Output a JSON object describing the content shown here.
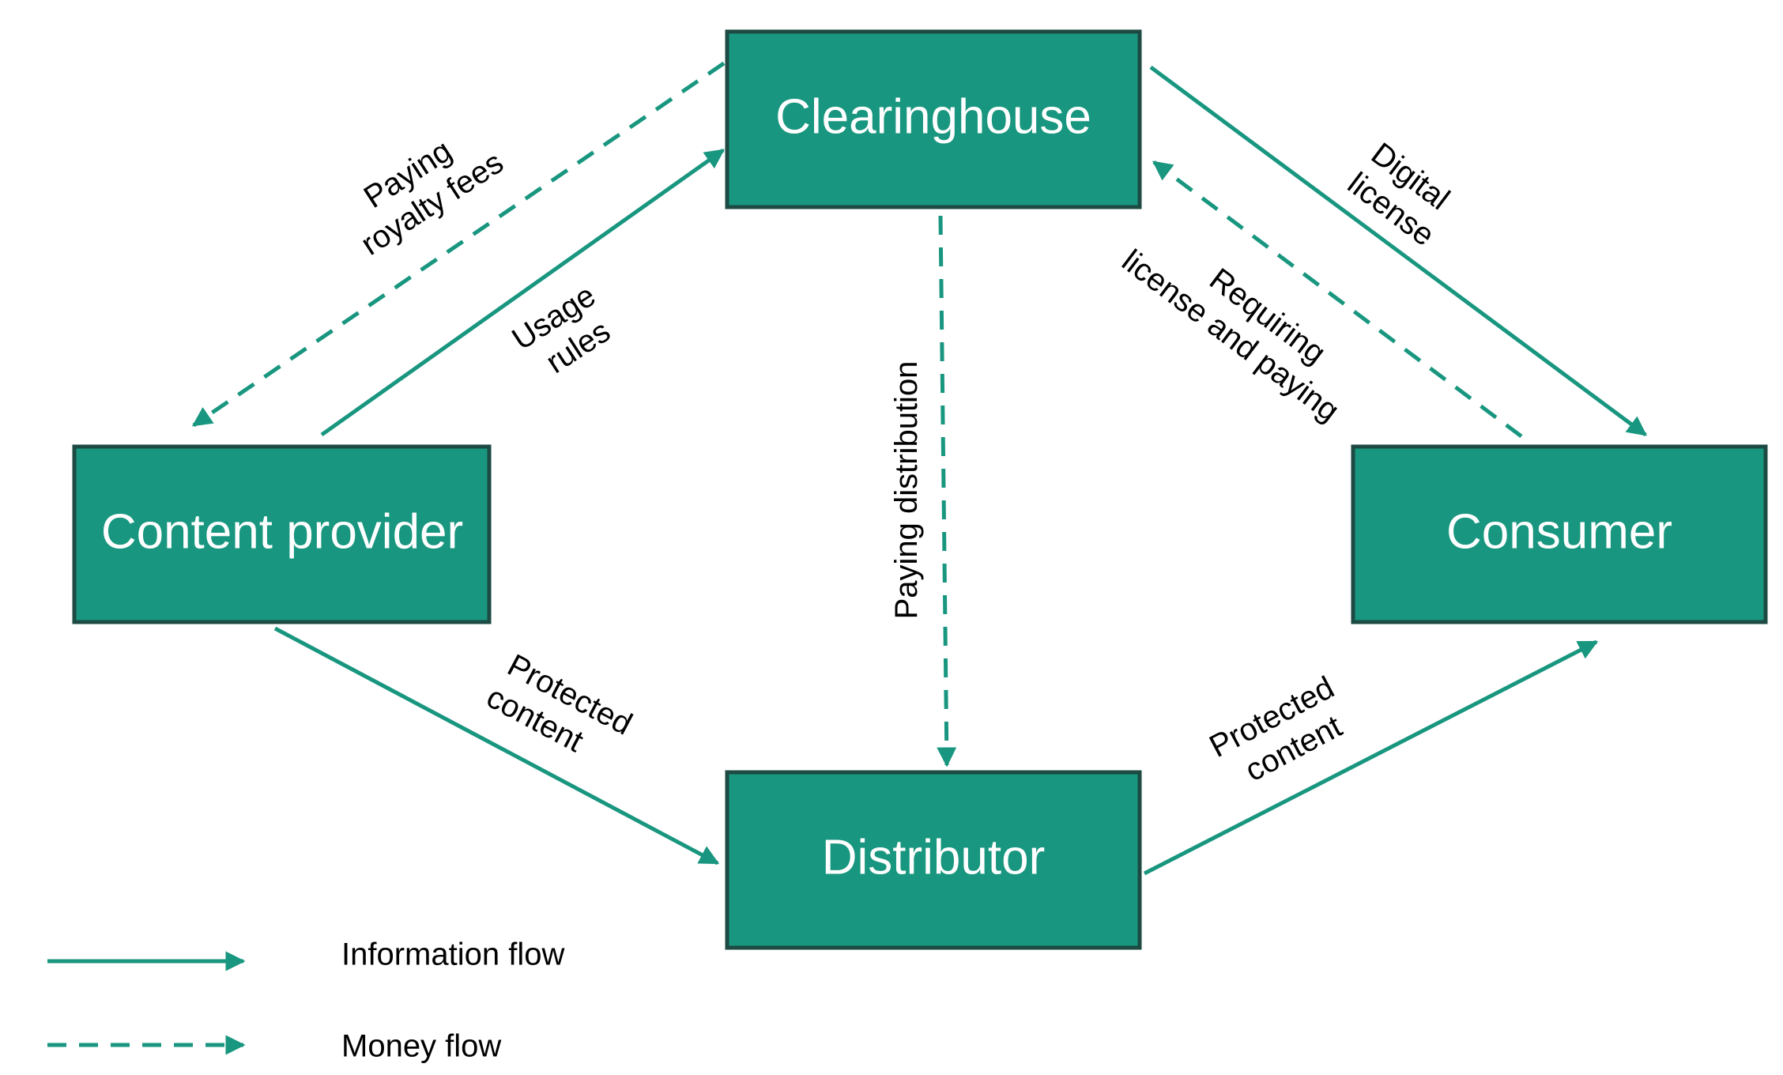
{
  "diagram": {
    "nodes": {
      "clearinghouse": "Clearinghouse",
      "content_provider": "Content provider",
      "consumer": "Consumer",
      "distributor": "Distributor"
    },
    "edges": {
      "paying_royalty_fees": [
        "Paying",
        "royalty fees"
      ],
      "usage_rules": [
        "Usage",
        "rules"
      ],
      "digital_license": [
        "Digital",
        "license"
      ],
      "requiring_license": [
        "Requiring",
        "license and paying"
      ],
      "paying_distribution": [
        "Paying distribution"
      ],
      "protected_content_left": [
        "Protected",
        "content"
      ],
      "protected_content_right": [
        "Protected",
        "content"
      ]
    },
    "legend": {
      "information_flow": "Information flow",
      "money_flow": "Money flow"
    },
    "colors": {
      "node_fill": "#18967f",
      "node_border": "#1d4a42",
      "arrow": "#18967f",
      "text": "#000000",
      "node_text": "#ffffff"
    }
  }
}
